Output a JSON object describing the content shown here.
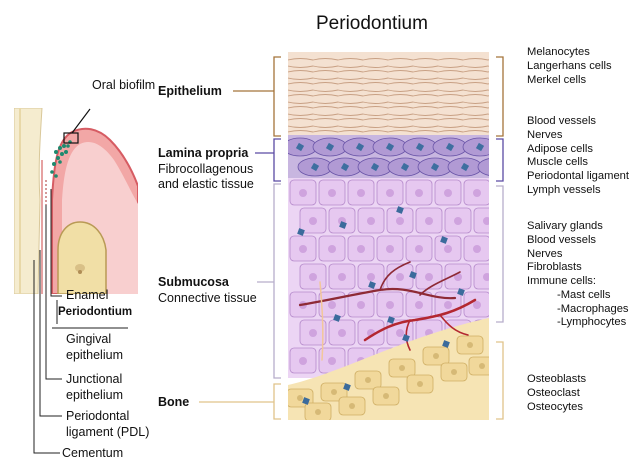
{
  "title": "Periodontium",
  "left_panel": {
    "oral_biofilm": "Oral biofilm",
    "enamel": "Enamel",
    "periodontium_heading": "Periodontium",
    "gingival_epithelium": [
      "Gingival",
      "epithelium"
    ],
    "junctional_epithelium": [
      "Junctional",
      "epithelium"
    ],
    "pdl": [
      "Periodontal",
      "ligament (PDL)"
    ],
    "cementum": "Cementum"
  },
  "layers": {
    "epithelium": {
      "name": "Epithelium",
      "color": "#a5733a"
    },
    "lamina_propria": {
      "name": "Lamina propria",
      "desc": [
        "Fibrocollagenous",
        "and elastic tissue"
      ],
      "color": "#5b4aa3"
    },
    "submucosa": {
      "name": "Submucosa",
      "desc": [
        "Connective tissue"
      ],
      "color": "#b7aecb"
    },
    "bone": {
      "name": "Bone",
      "color": "#e0c38a"
    }
  },
  "components": {
    "epithelium": [
      "Melanocytes",
      "Langerhans cells",
      "Merkel cells"
    ],
    "lamina_propria": [
      "Blood vessels",
      "Nerves",
      "Adipose cells",
      "Muscle cells",
      "Periodontal ligament",
      "Lymph vessels"
    ],
    "submucosa": [
      "Salivary glands",
      "Blood vessels",
      "Nerves",
      "Fibroblasts",
      "Immune cells:",
      "-Mast cells",
      "-Macrophages",
      "-Lymphocytes"
    ],
    "bone": [
      "Osteoblasts",
      "Osteoclast",
      "Osteocytes"
    ]
  }
}
